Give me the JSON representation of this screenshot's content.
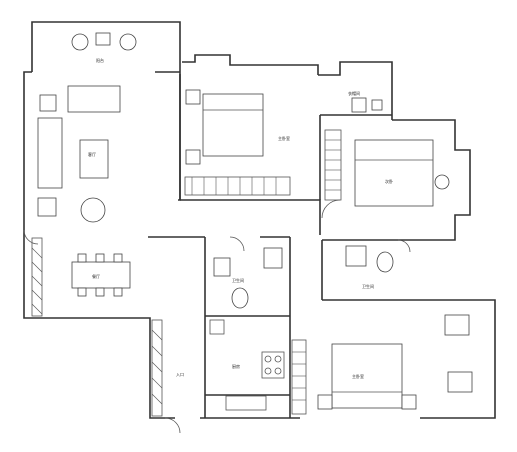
{
  "rooms": {
    "balcony_top": "阳台",
    "living": "客厅",
    "dining": "餐厅",
    "master_bed": "主卧室",
    "walk_in": "衣帽间",
    "second_bed": "次卧",
    "bath1": "卫生间",
    "bath2": "卫生间",
    "kitchen": "厨房",
    "main_bed2": "主卧室",
    "entry": "入口"
  },
  "colors": {
    "line": "#333333",
    "background": "#ffffff"
  }
}
